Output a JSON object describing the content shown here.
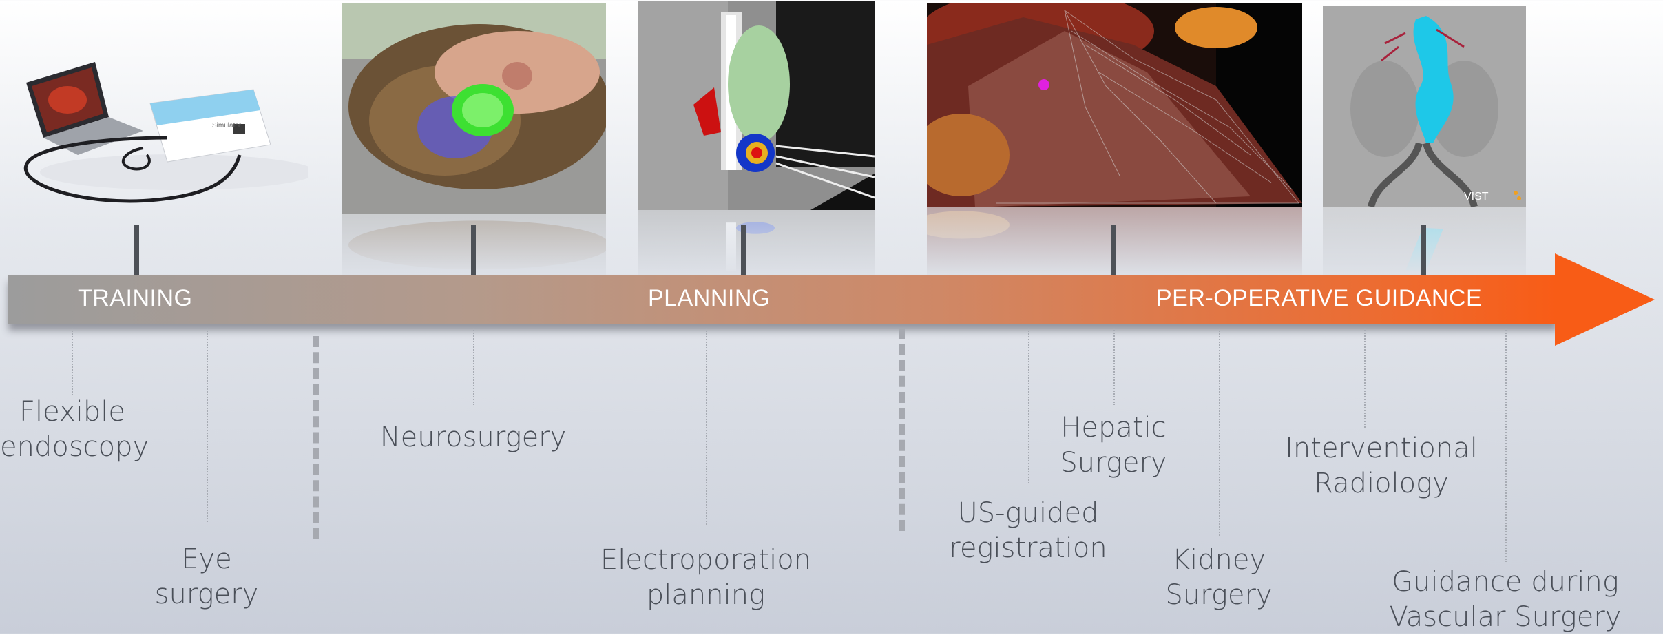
{
  "phases": {
    "training": "TRAINING",
    "planning": "PLANNING",
    "guidance": "PER-OPERATIVE GUIDANCE"
  },
  "labels": {
    "flexible_endoscopy": "Flexible\nendoscopy",
    "eye_surgery": "Eye\nsurgery",
    "neurosurgery": "Neurosurgery",
    "electroporation": "Electroporation\nplanning",
    "us_guided": "US-guided\nregistration",
    "hepatic": "Hepatic\nSurgery",
    "kidney": "Kidney\nSurgery",
    "interventional": "Interventional\nRadiology",
    "vascular": "Guidance during\nVascular Surgery"
  },
  "images": {
    "simulator_text": "Simulator",
    "vist_text": "VIST"
  },
  "colors": {
    "band_start": "#9c9c9c",
    "band_end": "#f85c16",
    "label_text": "#4a4f58"
  }
}
